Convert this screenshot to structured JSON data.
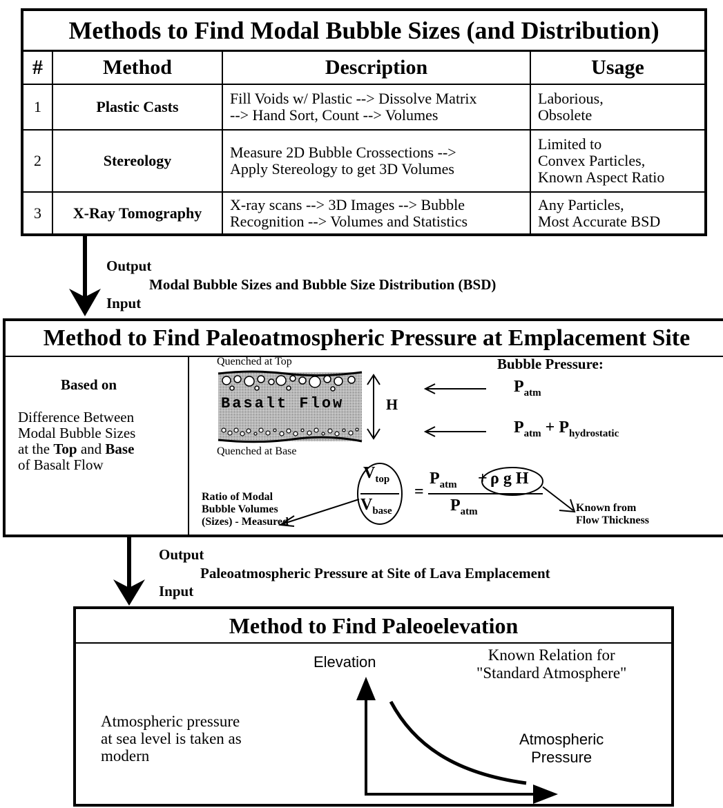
{
  "methods_box": {
    "title": "Methods to Find Modal Bubble Sizes (and Distribution)",
    "headers": [
      "#",
      "Method",
      "Description",
      "Usage"
    ],
    "rows": [
      {
        "num": "1",
        "method": "Plastic Casts",
        "desc": [
          "Fill Voids w/ Plastic --> Dissolve Matrix",
          "--> Hand Sort, Count --> Volumes"
        ],
        "usage": [
          "Laborious,",
          "Obsolete"
        ]
      },
      {
        "num": "2",
        "method": "Stereology",
        "desc": [
          "Measure 2D Bubble Crossections -->",
          "Apply Stereology to get 3D Volumes"
        ],
        "usage": [
          "Limited to",
          "Convex Particles,",
          "Known Aspect Ratio"
        ]
      },
      {
        "num": "3",
        "method": "X-Ray Tomography",
        "desc": [
          "X-ray scans --> 3D Images --> Bubble",
          "Recognition --> Volumes and Statistics"
        ],
        "usage": [
          "Any Particles,",
          "Most Accurate BSD"
        ]
      }
    ]
  },
  "connector_1": {
    "output_label": "Output",
    "content": "Modal Bubble Sizes and Bubble Size Distribution (BSD)",
    "input_label": "Input"
  },
  "pressure_box": {
    "title": "Method to Find Paleoatmospheric Pressure at Emplacement Site",
    "based_on": "Based on",
    "desc_line1": "Difference Between",
    "desc_line2": "Modal Bubble Sizes",
    "desc_line3_pre": "at the ",
    "desc_top": "Top",
    "desc_and": " and ",
    "desc_base": "Base",
    "desc_line4": "of Basalt Flow",
    "quenched_top": "Quenched at Top",
    "quenched_base": "Quenched at Base",
    "flow_label": "Basalt Flow",
    "height_label": "H",
    "bubble_pressure_label": "Bubble Pressure:",
    "p_top": "P",
    "p_top_sub": "atm",
    "p_base_p1": "P",
    "p_base_sub1": "atm",
    "p_base_plus": " + P",
    "p_base_sub2": "hydrostatic",
    "eq_vtop": "V",
    "eq_vtop_sub": "top",
    "eq_vbase": "V",
    "eq_vbase_sub": "base",
    "eq_equals": "=",
    "eq_num_p": "P",
    "eq_num_p_sub": "atm",
    "eq_num_plus": "+",
    "eq_rhogh": "ρ g H",
    "eq_den_p": "P",
    "eq_den_p_sub": "atm",
    "ratio_note": [
      "Ratio of Modal",
      "Bubble Volumes",
      "(Sizes) - Measured"
    ],
    "known_note": [
      "Known from",
      "Flow Thickness"
    ]
  },
  "connector_2": {
    "output_label": "Output",
    "content": "Paleoatmospheric Pressure at Site of Lava Emplacement",
    "input_label": "Input"
  },
  "elevation_box": {
    "title": "Method to Find Paleoelevation",
    "note": [
      "Atmospheric pressure",
      "at sea level is taken as",
      "modern"
    ],
    "y_axis_label": "Elevation",
    "x_axis_label": [
      "Atmospheric",
      "Pressure"
    ],
    "relation": [
      "Known Relation for",
      "\"Standard Atmosphere\""
    ]
  }
}
